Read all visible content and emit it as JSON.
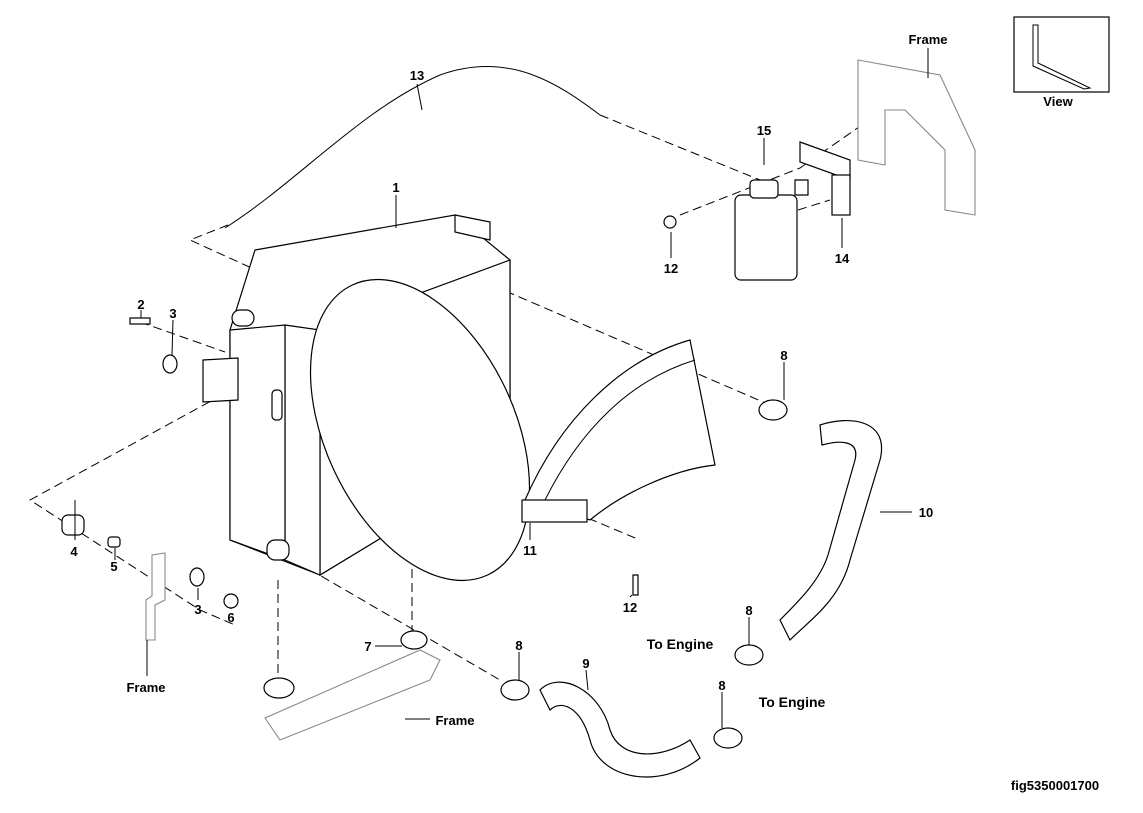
{
  "figure_id": "fig5350001700",
  "callouts": {
    "c1": "1",
    "c2": "2",
    "c3a": "3",
    "c3b": "3",
    "c4": "4",
    "c5": "5",
    "c6": "6",
    "c7": "7",
    "c8a": "8",
    "c8b": "8",
    "c8c": "8",
    "c8d": "8",
    "c9": "9",
    "c10": "10",
    "c11": "11",
    "c12a": "12",
    "c12b": "12",
    "c13": "13",
    "c14": "14",
    "c15": "15"
  },
  "labels": {
    "frame_left": "Frame",
    "frame_bottom": "Frame",
    "frame_top": "Frame",
    "to_engine_1": "To Engine",
    "to_engine_2": "To Engine",
    "view": "View"
  }
}
